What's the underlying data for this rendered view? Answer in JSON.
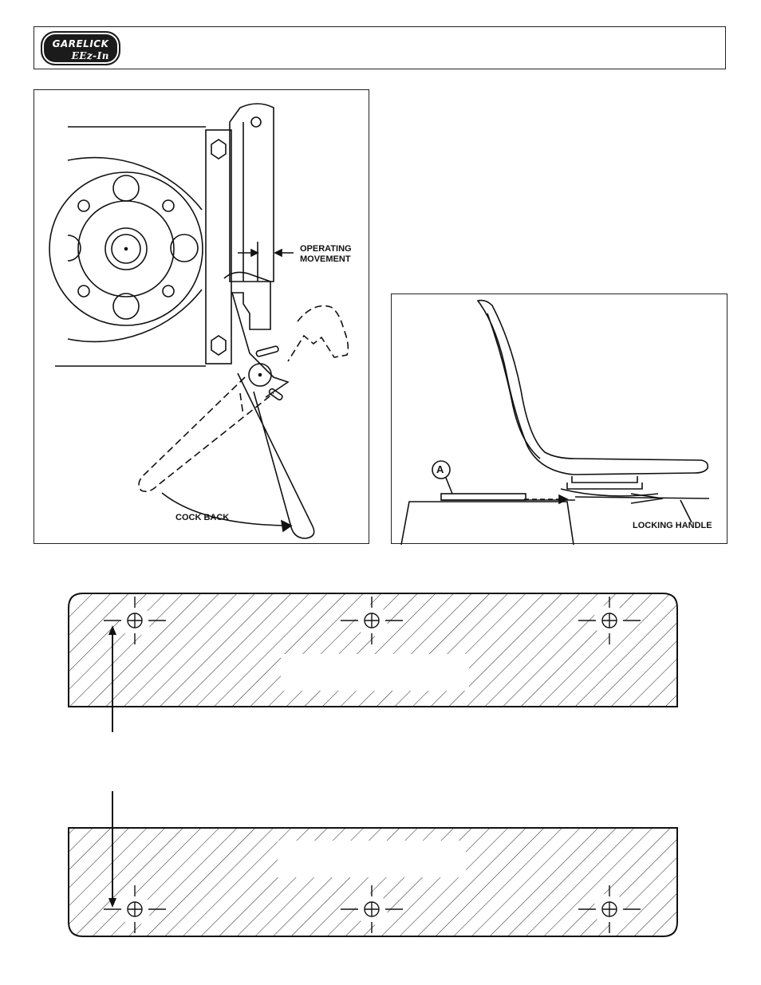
{
  "header": {
    "logo_brand": "GARELICK",
    "logo_product": "EEz-In"
  },
  "figure_left": {
    "label_operating_line1": "OPERATING",
    "label_operating_line2": "MOVEMENT",
    "label_cock_back": "COCK BACK"
  },
  "figure_right": {
    "callout_a": "A",
    "label_locking_handle": "LOCKING HANDLE"
  },
  "template": {
    "hole_count_per_plate": 3,
    "plates": 2
  }
}
